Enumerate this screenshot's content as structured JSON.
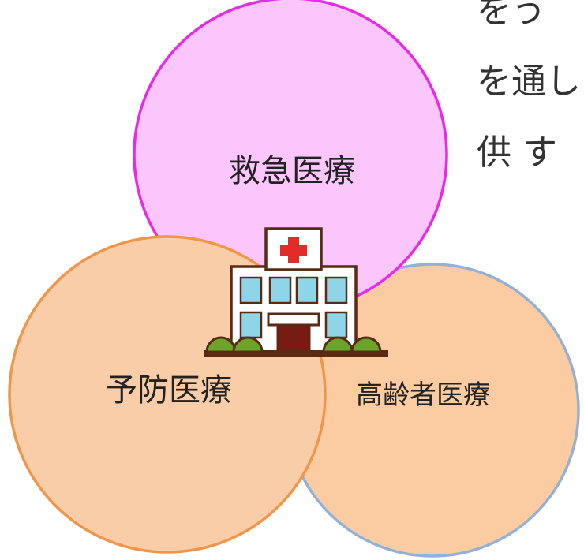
{
  "diagram": {
    "circles": [
      {
        "id": "emergency",
        "label": "救急医療",
        "fill": "#fbc6fb",
        "stroke": "#e829e6"
      },
      {
        "id": "prevention",
        "label": "予防医療",
        "fill": "#f9cda8",
        "stroke": "#f0964a"
      },
      {
        "id": "elderly",
        "label": "高齢者医療",
        "fill": "#fbcca2",
        "stroke": "#93b1d8"
      }
    ],
    "side_text": [
      "をう",
      "を通し",
      "供す"
    ]
  },
  "colors": {
    "hospital_wall": "#ffffff",
    "hospital_window": "#8fd5e8",
    "hospital_cross": "#e32b2b",
    "hospital_door": "#7a1a14",
    "shrub": "#6aa52a",
    "outline": "#5a2a14"
  },
  "icons": [
    "hospital-icon"
  ]
}
